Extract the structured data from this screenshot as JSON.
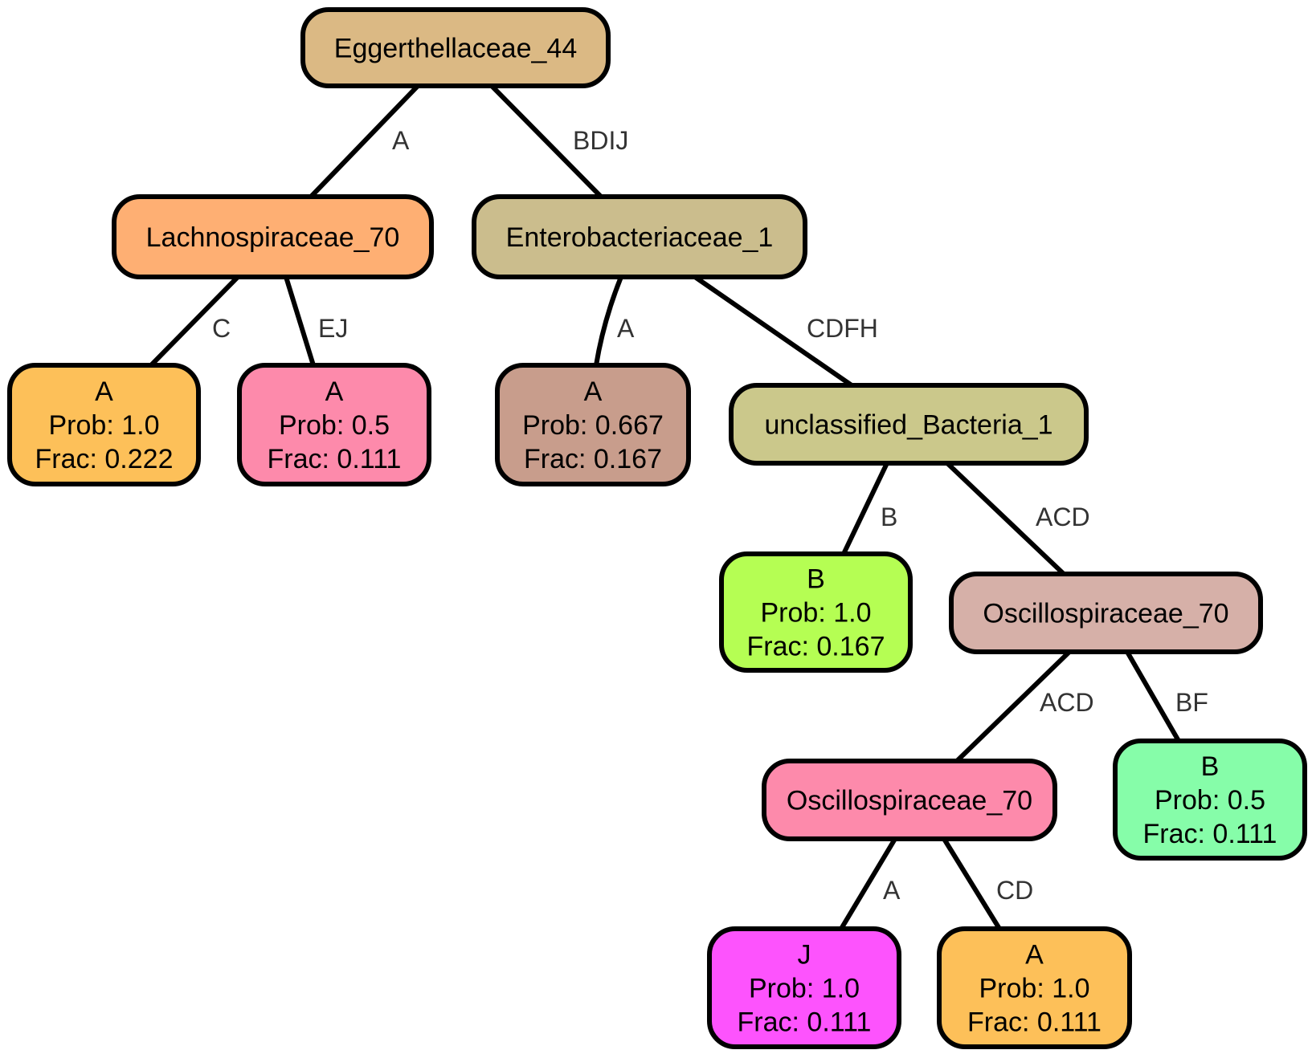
{
  "nodes": [
    {
      "id": "root",
      "lines": [
        "Eggerthellaceae_44"
      ],
      "color": "#dbb984"
    },
    {
      "id": "lach",
      "lines": [
        "Lachnospiraceae_70"
      ],
      "color": "#feaf73"
    },
    {
      "id": "entero",
      "lines": [
        "Enterobacteriaceae_1"
      ],
      "color": "#cbbd8d"
    },
    {
      "id": "leaf_lach_c",
      "lines": [
        "A",
        "Prob: 1.0",
        "Frac: 0.222"
      ],
      "color": "#fdc059"
    },
    {
      "id": "leaf_lach_ej",
      "lines": [
        "A",
        "Prob: 0.5",
        "Frac: 0.111"
      ],
      "color": "#fd8aab"
    },
    {
      "id": "leaf_entero_a",
      "lines": [
        "A",
        "Prob: 0.667",
        "Frac: 0.167"
      ],
      "color": "#c89d8c"
    },
    {
      "id": "uncl",
      "lines": [
        "unclassified_Bacteria_1"
      ],
      "color": "#cbc88b"
    },
    {
      "id": "leaf_uncl_b",
      "lines": [
        "B",
        "Prob: 1.0",
        "Frac: 0.167"
      ],
      "color": "#b5fe53"
    },
    {
      "id": "osc1",
      "lines": [
        "Oscillospiraceae_70"
      ],
      "color": "#d6b0a8"
    },
    {
      "id": "osc2",
      "lines": [
        "Oscillospiraceae_70"
      ],
      "color": "#fd8aab"
    },
    {
      "id": "leaf_osc1_bf",
      "lines": [
        "B",
        "Prob: 0.5",
        "Frac: 0.111"
      ],
      "color": "#86fda9"
    },
    {
      "id": "leaf_osc2_a",
      "lines": [
        "J",
        "Prob: 1.0",
        "Frac: 0.111"
      ],
      "color": "#fd53fd"
    },
    {
      "id": "leaf_osc2_cd",
      "lines": [
        "A",
        "Prob: 1.0",
        "Frac: 0.111"
      ],
      "color": "#fdc059"
    }
  ],
  "edges": [
    {
      "from": "root",
      "to": "lach",
      "label": "A"
    },
    {
      "from": "root",
      "to": "entero",
      "label": "BDIJ"
    },
    {
      "from": "lach",
      "to": "leaf_lach_c",
      "label": "C"
    },
    {
      "from": "lach",
      "to": "leaf_lach_ej",
      "label": "EJ"
    },
    {
      "from": "entero",
      "to": "leaf_entero_a",
      "label": "A"
    },
    {
      "from": "entero",
      "to": "uncl",
      "label": "CDFH"
    },
    {
      "from": "uncl",
      "to": "leaf_uncl_b",
      "label": "B"
    },
    {
      "from": "uncl",
      "to": "osc1",
      "label": "ACD"
    },
    {
      "from": "osc1",
      "to": "osc2",
      "label": "ACD"
    },
    {
      "from": "osc1",
      "to": "leaf_osc1_bf",
      "label": "BF"
    },
    {
      "from": "osc2",
      "to": "leaf_osc2_a",
      "label": "A"
    },
    {
      "from": "osc2",
      "to": "leaf_osc2_cd",
      "label": "CD"
    }
  ]
}
